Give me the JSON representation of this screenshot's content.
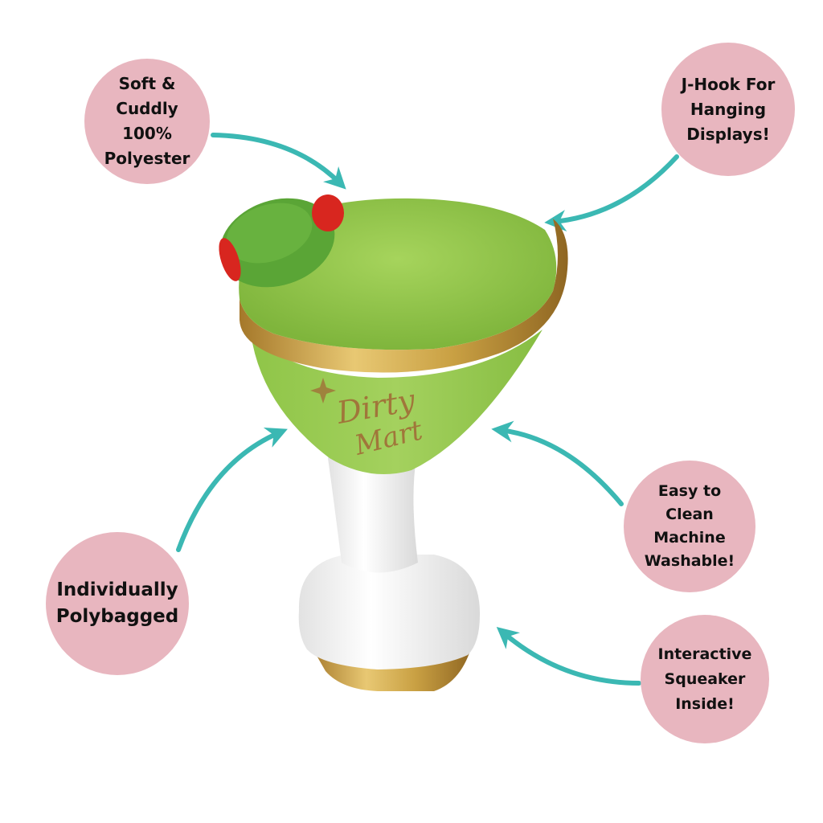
{
  "callouts": {
    "soft": {
      "lines": [
        "Soft &",
        "Cuddly",
        "100%",
        "Polyester"
      ]
    },
    "jhook": {
      "lines": [
        "J-Hook For",
        "Hanging",
        "Displays!"
      ]
    },
    "easy_clean": {
      "lines": [
        "Easy to",
        "Clean",
        "Machine",
        "Washable!"
      ]
    },
    "polybag": {
      "lines": [
        "Individually",
        "Polybagged"
      ]
    },
    "squeaker": {
      "lines": [
        "Interactive",
        "Squeaker",
        "Inside!"
      ]
    }
  },
  "product": {
    "embroidery_line1": "Dirty",
    "embroidery_line2": "Mart"
  },
  "colors": {
    "badge": "#e8b6bf",
    "arrow": "#3bb8b3",
    "plush_green": "#8fc548",
    "gold": "#c9a043",
    "olive": "#4f9a2e",
    "pimento": "#d8261f"
  }
}
